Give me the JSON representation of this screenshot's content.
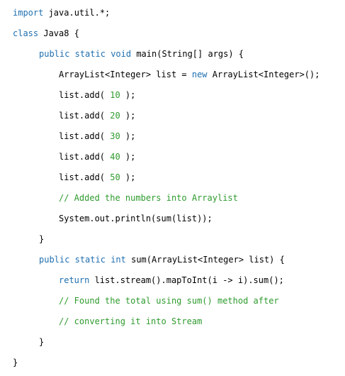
{
  "colors": {
    "keyword": "#1f6fb0",
    "number": "#2e9b2e",
    "comment": "#2e9b2e",
    "plain": "#000000",
    "background": "#ffffff"
  },
  "code": {
    "l1": {
      "kw": "import",
      "rest": " java.util.*;"
    },
    "l2": {
      "kw": "class",
      "rest": " Java8 {"
    },
    "l3": {
      "kw1": "public",
      "kw2": "static",
      "kw3": "void",
      "rest": " main(String[] args) {"
    },
    "l4": {
      "pre": "ArrayList<Integer> list = ",
      "kw": "new",
      "rest": " ArrayList<Integer>();"
    },
    "l5": {
      "pre": "list.add( ",
      "num": "10",
      "post": " );"
    },
    "l6": {
      "pre": "list.add( ",
      "num": "20",
      "post": " );"
    },
    "l7": {
      "pre": "list.add( ",
      "num": "30",
      "post": " );"
    },
    "l8": {
      "pre": "list.add( ",
      "num": "40",
      "post": " );"
    },
    "l9": {
      "pre": "list.add( ",
      "num": "50",
      "post": " );"
    },
    "l10": {
      "comment": "// Added the numbers into Arraylist"
    },
    "l11": {
      "text": "System.out.println(sum(list));"
    },
    "l12": {
      "text": "}"
    },
    "l13": {
      "kw1": "public",
      "kw2": "static",
      "kw3": "int",
      "rest": " sum(ArrayList<Integer> list) {"
    },
    "l14": {
      "kw": "return",
      "rest": " list.stream().mapToInt(i -> i).sum();"
    },
    "l15": {
      "comment": "// Found the total using sum() method after"
    },
    "l16": {
      "comment": "// converting it into Stream"
    },
    "l17": {
      "text": "}"
    },
    "l18": {
      "text": "}"
    }
  }
}
